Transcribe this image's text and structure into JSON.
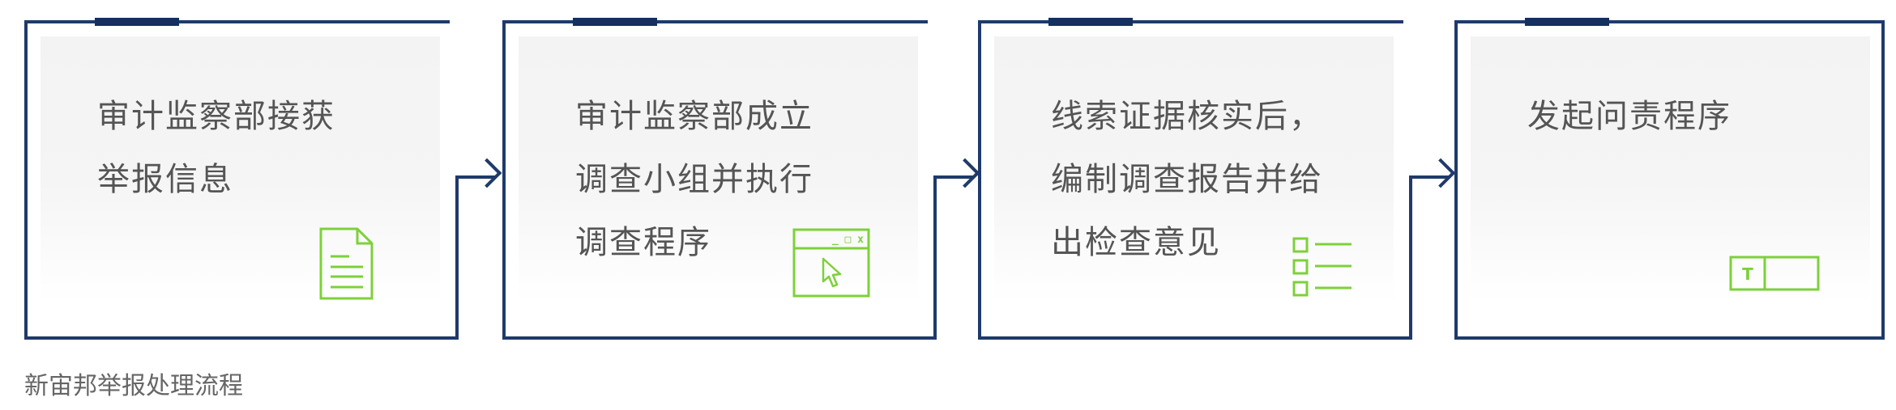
{
  "steps": [
    {
      "text": "审计监察部接获\n举报信息",
      "icon": "document-icon"
    },
    {
      "text": "审计监察部成立\n调查小组并执行\n调查程序",
      "icon": "window-cursor-icon"
    },
    {
      "text": "线索证据核实后，\n编制调查报告并给\n出检查意见",
      "icon": "checklist-icon"
    },
    {
      "text": "发起问责程序",
      "icon": "text-field-icon"
    }
  ],
  "window_icon_controls": "_ □ x",
  "text_icon_letter": "T",
  "caption": "新宙邦举报处理流程",
  "colors": {
    "line": "#1f3a6b",
    "tab": "#14305e",
    "icon": "#7dd13a",
    "text": "#555555"
  }
}
